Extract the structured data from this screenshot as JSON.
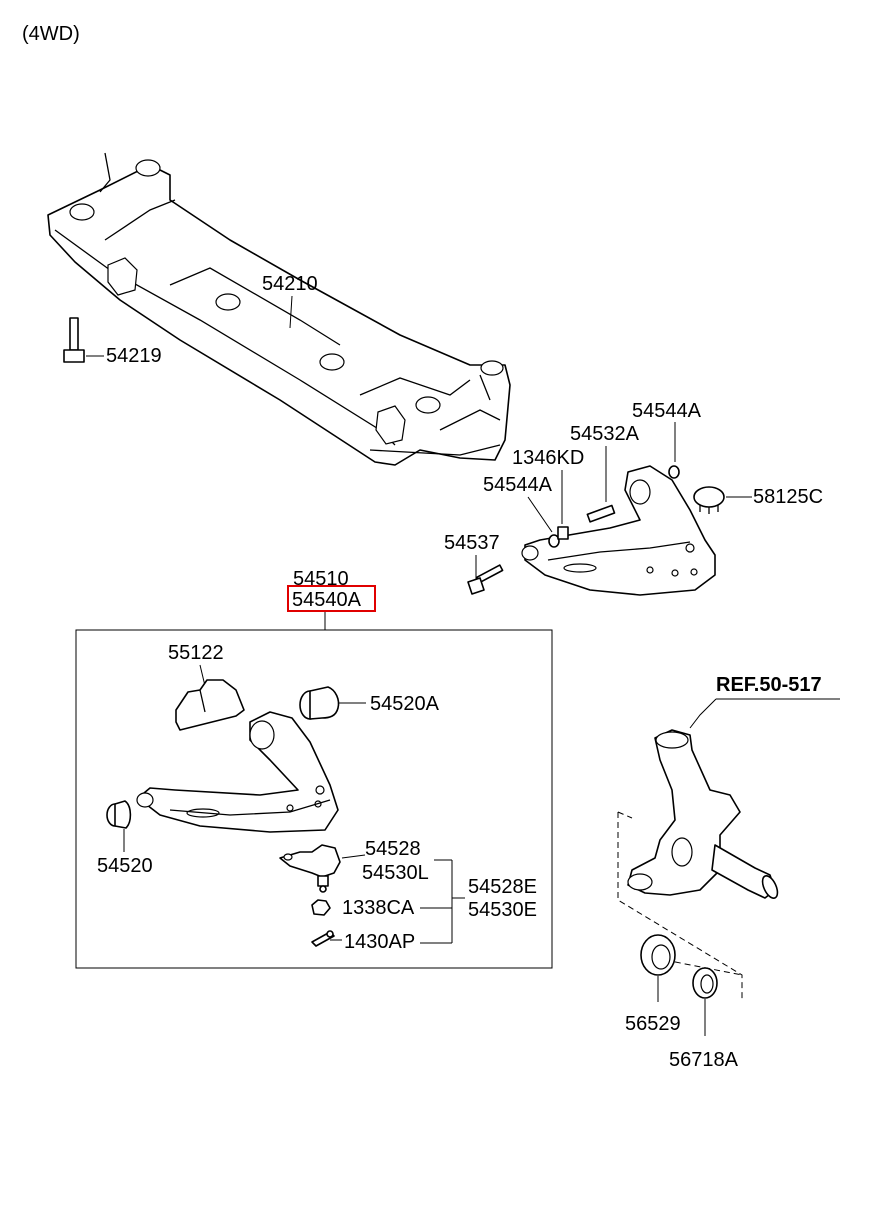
{
  "header": {
    "variant": "(4WD)"
  },
  "reference": {
    "label": "REF.50-517"
  },
  "highlight_color": "#e00000",
  "parts": {
    "p54210": "54210",
    "p54219": "54219",
    "p54544A_top": "54544A",
    "p54532A": "54532A",
    "p1346KD": "1346KD",
    "p54544A_mid": "54544A",
    "p58125C": "58125C",
    "p54537": "54537",
    "p54510": "54510",
    "p54540A": "54540A",
    "p55122": "55122",
    "p54520A": "54520A",
    "p54520": "54520",
    "p54528": "54528",
    "p54530L": "54530L",
    "p1338CA": "1338CA",
    "p1430AP": "1430AP",
    "p54528E": "54528E",
    "p54530E": "54530E",
    "p56529": "56529",
    "p56718A": "56718A"
  }
}
